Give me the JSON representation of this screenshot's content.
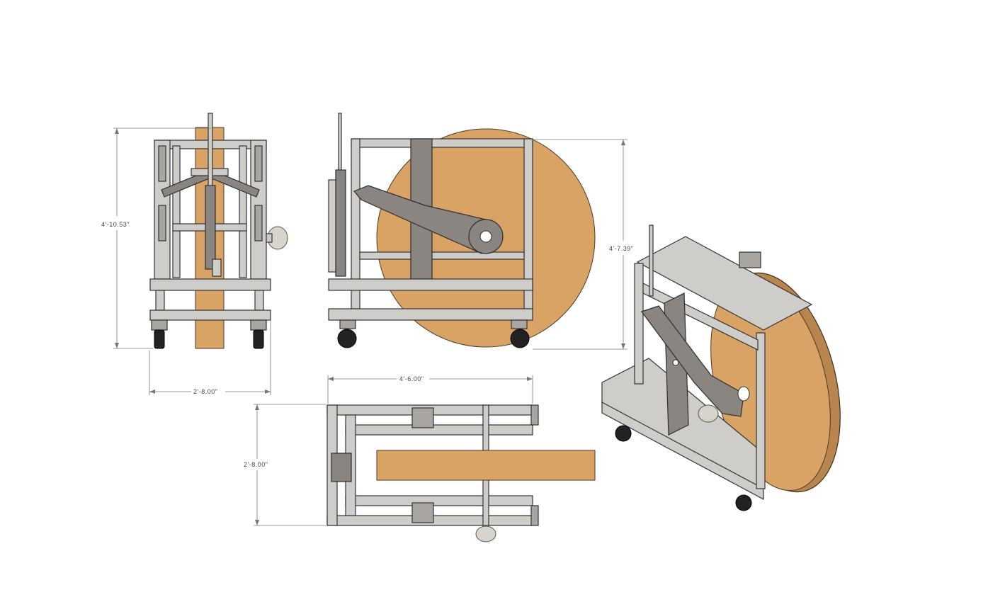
{
  "dimensions": {
    "front_height": "4'-10.53\"",
    "front_width": "2'-8.00\"",
    "side_height": "4'-7.39\"",
    "top_length": "4'-6.00\"",
    "top_depth": "2'-8.00\""
  },
  "colors": {
    "frame": "#cfcdc9",
    "wood": "#d9a366",
    "arm": "#8a8580",
    "dimension_line": "#777777"
  }
}
